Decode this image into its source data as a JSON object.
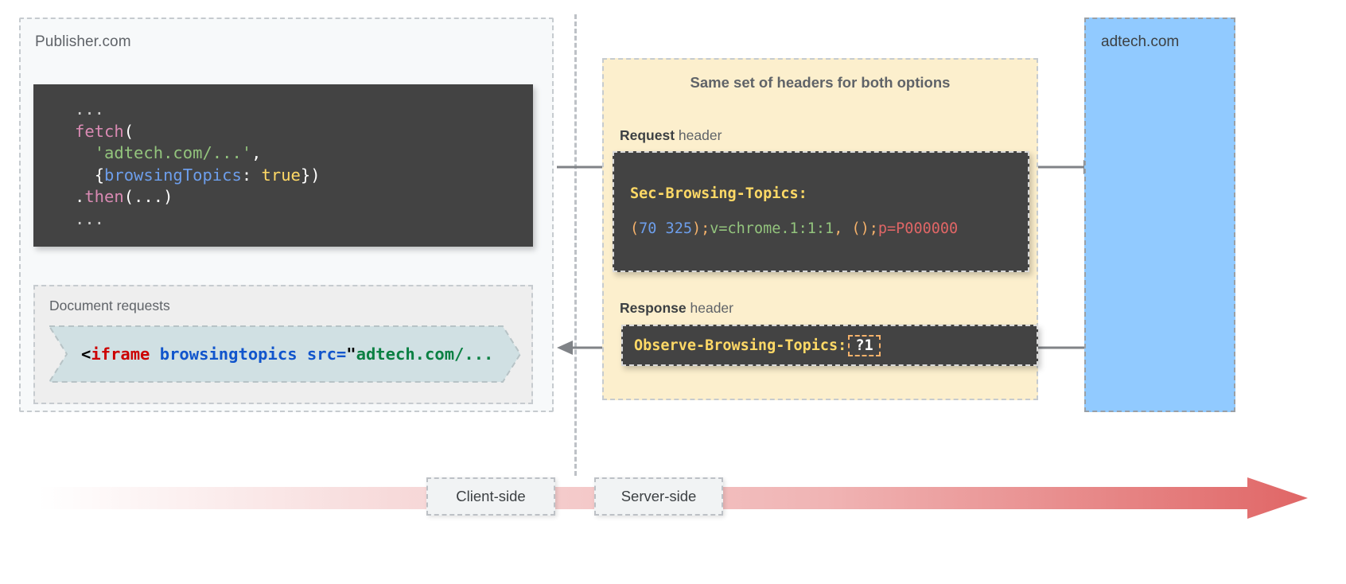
{
  "publisher": {
    "label": "Publisher.com",
    "fetch_code": {
      "line1": "...",
      "line2_fn": "fetch",
      "line2_paren": "(",
      "line3_str": "'adtech.com/...'",
      "line3_comma": ",",
      "line4_open": "{",
      "line4_key": "browsingTopics",
      "line4_colon": ": ",
      "line4_bool": "true",
      "line4_close": "})",
      "line5_dot": ".",
      "line5_fn": "then",
      "line5_args": "(...)",
      "line6": "..."
    },
    "doc_requests": {
      "label": "Document requests",
      "code_lt": "<",
      "code_tag": "iframe",
      "code_space1": " ",
      "code_attr1": "browsingtopics",
      "code_space2": " ",
      "code_attr2": "src=",
      "code_quote": "\"",
      "code_url": "adtech.com/..."
    }
  },
  "headers": {
    "title": "Same set of headers for both options",
    "request_caption_strong": "Request",
    "request_caption_rest": " header",
    "response_caption_strong": "Response",
    "response_caption_rest": " header",
    "request": {
      "header_name": "Sec-Browsing-Topics:",
      "v_open_paren": "(",
      "v_topics": "70 325",
      "v_close_paren": ")",
      "v_semi1": ";",
      "v_version": "v=chrome.1:1:1",
      "v_comma": ", ",
      "v_empty": "()",
      "v_semi2": ";",
      "v_p": "p=P000000"
    },
    "response": {
      "header_name": "Observe-Browsing-Topics:",
      "header_value": "?1"
    }
  },
  "adtech": {
    "label": "adtech.com"
  },
  "timeline": {
    "client_label": "Client-side",
    "server_label": "Server-side"
  },
  "colors": {
    "publisher_bg": "#f7f9fa",
    "headers_bg": "#fcefcd",
    "adtech_bg": "#91caff",
    "code_bg": "#434343",
    "iframe_chip": "#d0e0e3",
    "accent_red": "#e06666",
    "accent_yellow": "#ffd966",
    "accent_orange": "#f6b26b",
    "arrow_gray": "#808387"
  }
}
